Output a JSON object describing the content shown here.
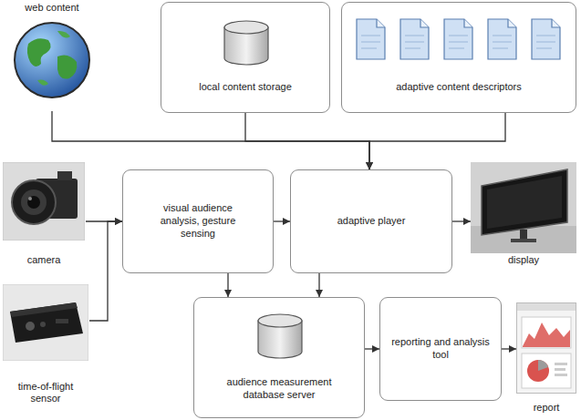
{
  "diagram": {
    "nodes": [
      {
        "text": [
          "web content"
        ]
      },
      {
        "text": [
          "local content storage"
        ]
      },
      {
        "text": [
          "adaptive content descriptors"
        ]
      },
      {
        "text": [
          "camera"
        ]
      },
      {
        "text": [
          "visual audience analysis, gesture sensing"
        ]
      },
      {
        "text": [
          "adaptive player"
        ]
      },
      {
        "text": [
          "display"
        ]
      },
      {
        "text": [
          "time-of-flight sensor"
        ]
      },
      {
        "text": [
          "audience measurement database server"
        ]
      },
      {
        "text": [
          "reporting and analysis tool"
        ]
      },
      {
        "text": [
          "report"
        ]
      }
    ],
    "edges": [
      {
        "from": 0,
        "to": 5,
        "arrow": "to"
      },
      {
        "from": 1,
        "to": 5,
        "arrow": "to"
      },
      {
        "from": 2,
        "to": 5,
        "arrow": "to"
      },
      {
        "from": 3,
        "to": 4,
        "arrow": "to"
      },
      {
        "from": 7,
        "to": 4,
        "arrow": "to"
      },
      {
        "from": 4,
        "to": 5,
        "arrow": "to"
      },
      {
        "from": 5,
        "to": 6,
        "arrow": "to"
      },
      {
        "from": 4,
        "to": 8,
        "arrow": "to"
      },
      {
        "from": 5,
        "to": 8,
        "arrow": "to"
      },
      {
        "from": 8,
        "to": 9,
        "arrow": "to"
      },
      {
        "from": 9,
        "to": 10,
        "arrow": "to"
      }
    ]
  }
}
